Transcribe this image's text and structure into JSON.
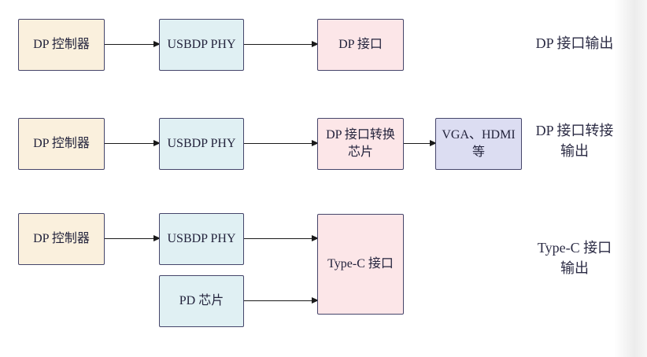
{
  "colors": {
    "box_cream": "#faf0dd",
    "box_cyan": "#e0f0f3",
    "box_pink": "#fce6e8",
    "box_lavender": "#dcddf2",
    "box_border": "#45456a",
    "arrow": "#1a1a1a",
    "text": "#23233c"
  },
  "rows": [
    {
      "name": "dp-direct-output",
      "nodes": [
        {
          "label": "DP 控制器"
        },
        {
          "label": "USBDP PHY"
        },
        {
          "label": "DP 接口"
        }
      ],
      "output_label": [
        "DP 接口输出"
      ]
    },
    {
      "name": "dp-adapter-output",
      "nodes": [
        {
          "label": "DP 控制器"
        },
        {
          "label": "USBDP PHY"
        },
        {
          "label_lines": [
            "DP 接口转换",
            "芯片"
          ]
        },
        {
          "label_lines": [
            "VGA、HDMI",
            "等"
          ]
        }
      ],
      "output_label": [
        "DP 接口转接",
        "输出"
      ]
    },
    {
      "name": "type-c-output",
      "nodes": [
        {
          "label": "DP 控制器"
        },
        {
          "label": "USBDP PHY"
        },
        {
          "label": "PD 芯片"
        },
        {
          "label": "Type-C 接口"
        }
      ],
      "output_label": [
        "Type-C 接口",
        "输出"
      ]
    }
  ]
}
